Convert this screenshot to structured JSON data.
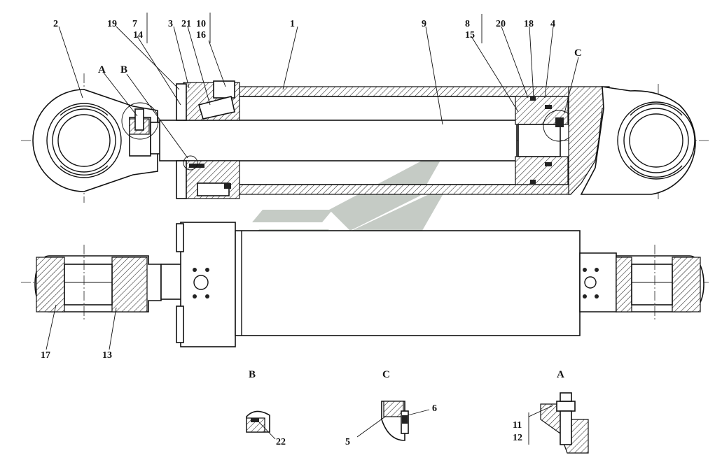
{
  "callouts": [
    "1",
    "2",
    "3",
    "4",
    "5",
    "6",
    "7",
    "8",
    "9",
    "10",
    "11",
    "12",
    "13",
    "14",
    "15",
    "16",
    "17",
    "18",
    "19",
    "20",
    "21",
    "22"
  ],
  "detail_markers": [
    "A",
    "B",
    "C"
  ],
  "detail_views": [
    {
      "title": "B",
      "parts": [
        "22"
      ]
    },
    {
      "title": "C",
      "parts": [
        "5",
        "6"
      ]
    },
    {
      "title": "A",
      "parts": [
        "11",
        "12"
      ]
    }
  ]
}
